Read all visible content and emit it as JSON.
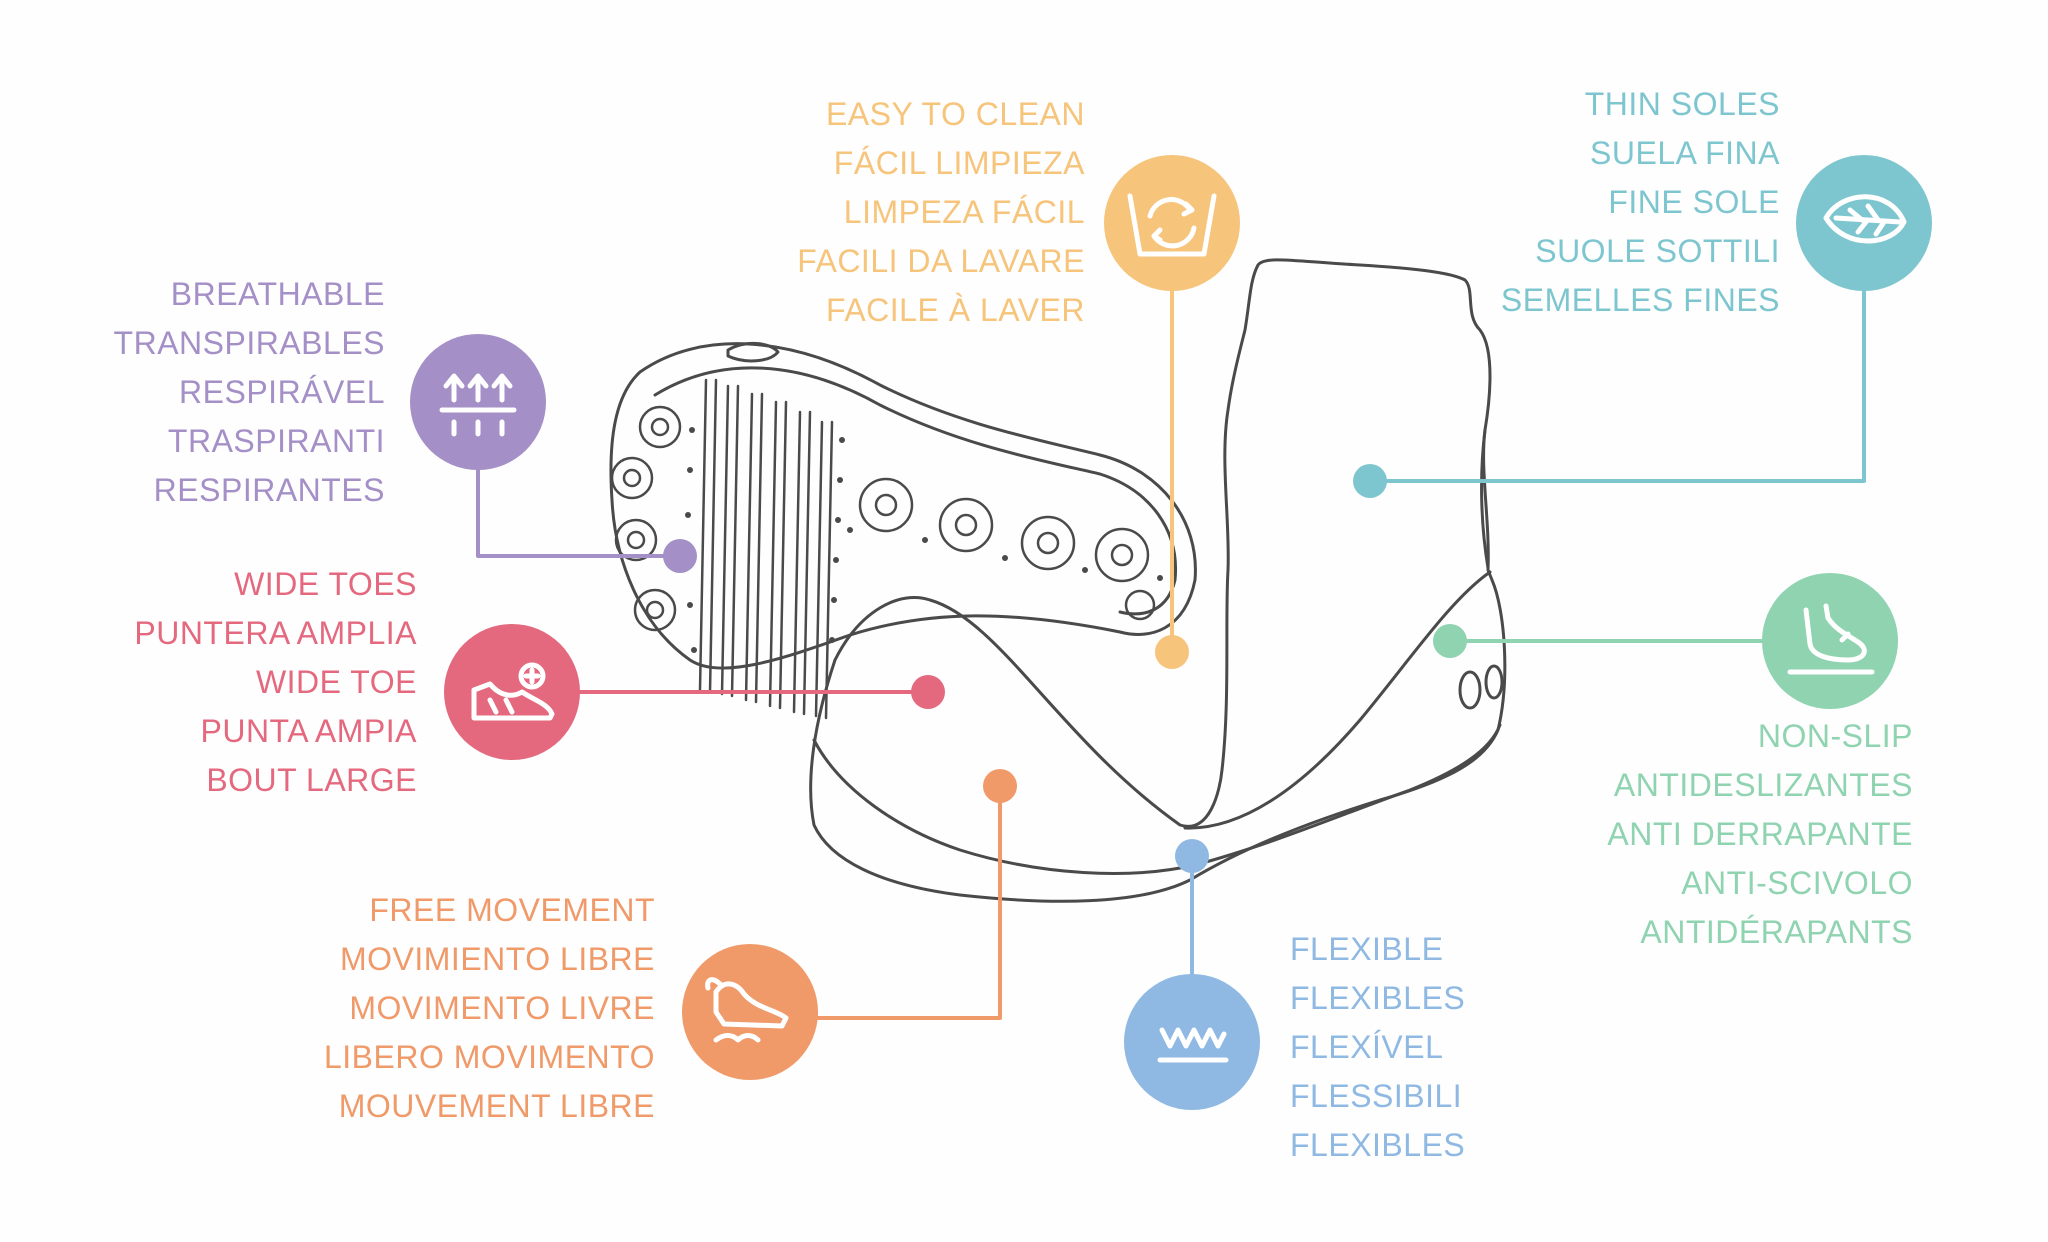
{
  "colors": {
    "outline": "#4a4a4a",
    "easy_to_clean": "#f6c47a",
    "thin_soles": "#7ec6cf",
    "breathable": "#a48fc7",
    "wide_toes": "#e4697f",
    "non_slip": "#8fd3b1",
    "free_movement": "#f09a6a",
    "flexible": "#8fb9e3"
  },
  "features": {
    "easy_to_clean": {
      "icon": "wash-basin-icon",
      "labels": [
        "EASY TO CLEAN",
        "FÁCIL LIMPIEZA",
        "LIMPEZA FÁCIL",
        "FACILI DA LAVARE",
        "FACILE À LAVER"
      ]
    },
    "thin_soles": {
      "icon": "leaf-icon",
      "labels": [
        "THIN SOLES",
        "SUELA FINA",
        "FINE SOLE",
        "SUOLE SOTTILI",
        "SEMELLES FINES"
      ]
    },
    "breathable": {
      "icon": "breathable-arrows-icon",
      "labels": [
        "BREATHABLE",
        "TRANSPIRABLES",
        "RESPIRÁVEL",
        "TRASPIRANTI",
        "RESPIRANTES"
      ]
    },
    "wide_toes": {
      "icon": "wide-toe-shoe-icon",
      "labels": [
        "WIDE TOES",
        "PUNTERA AMPLIA",
        "WIDE TOE",
        "PUNTA AMPIA",
        "BOUT LARGE"
      ]
    },
    "non_slip": {
      "icon": "foot-on-ground-icon",
      "labels": [
        "NON-SLIP",
        "ANTIDESLIZANTES",
        "ANTI DERRAPANTE",
        "ANTI-SCIVOLO",
        "ANTIDÉRAPANTS"
      ]
    },
    "free_movement": {
      "icon": "flying-shoe-icon",
      "labels": [
        "FREE MOVEMENT",
        "MOVIMIENTO LIBRE",
        "MOVIMENTO LIVRE",
        "LIBERO MOVIMENTO",
        "MOUVEMENT LIBRE"
      ]
    },
    "flexible": {
      "icon": "wave-flex-icon",
      "labels": [
        "FLEXIBLE",
        "FLEXIBLES",
        "FLEXÍVEL",
        "FLESSIBILI",
        "FLEXIBLES"
      ]
    }
  }
}
